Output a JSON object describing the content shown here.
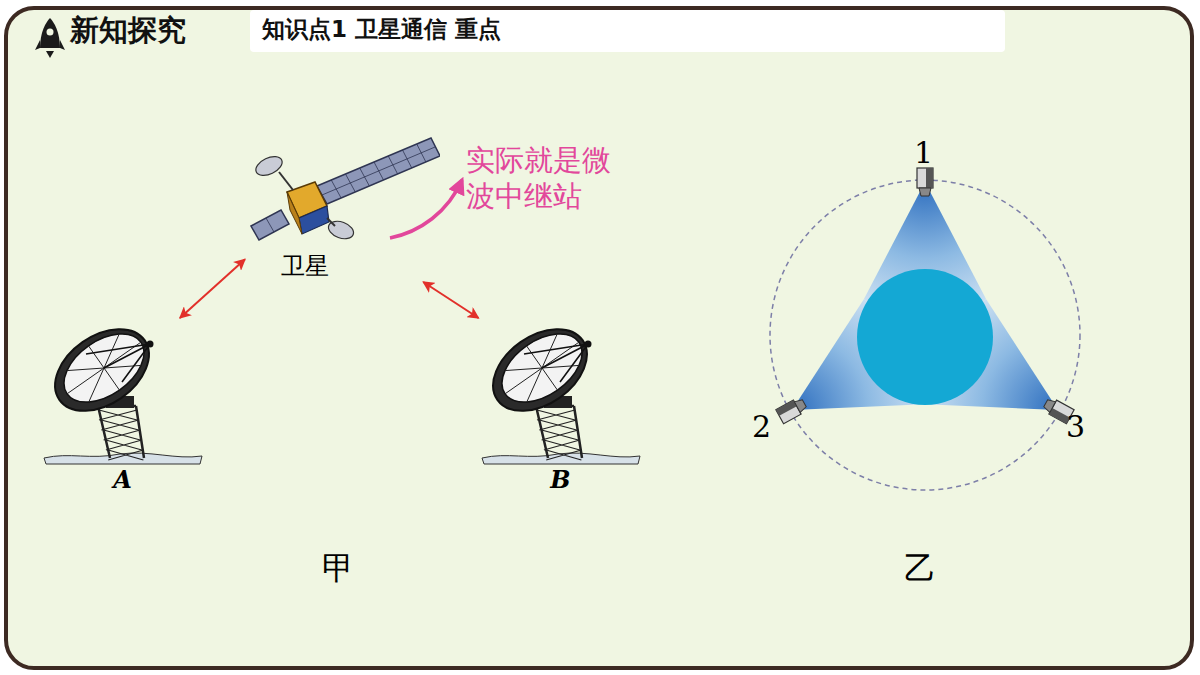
{
  "diagram": {
    "nodes": [
      {
        "text": [
          "卫星"
        ]
      },
      {
        "text": [
          "A"
        ]
      },
      {
        "text": [
          "B"
        ]
      }
    ],
    "edges": [
      {
        "from": 1,
        "to": 0,
        "arrow": "both"
      },
      {
        "from": 0,
        "to": 2,
        "arrow": "both"
      }
    ],
    "labels": [
      "新知探究",
      "知识点1 卫星通信 重点",
      "实际就是微波中继站",
      "1",
      "2",
      "3",
      "甲",
      "乙"
    ]
  }
}
